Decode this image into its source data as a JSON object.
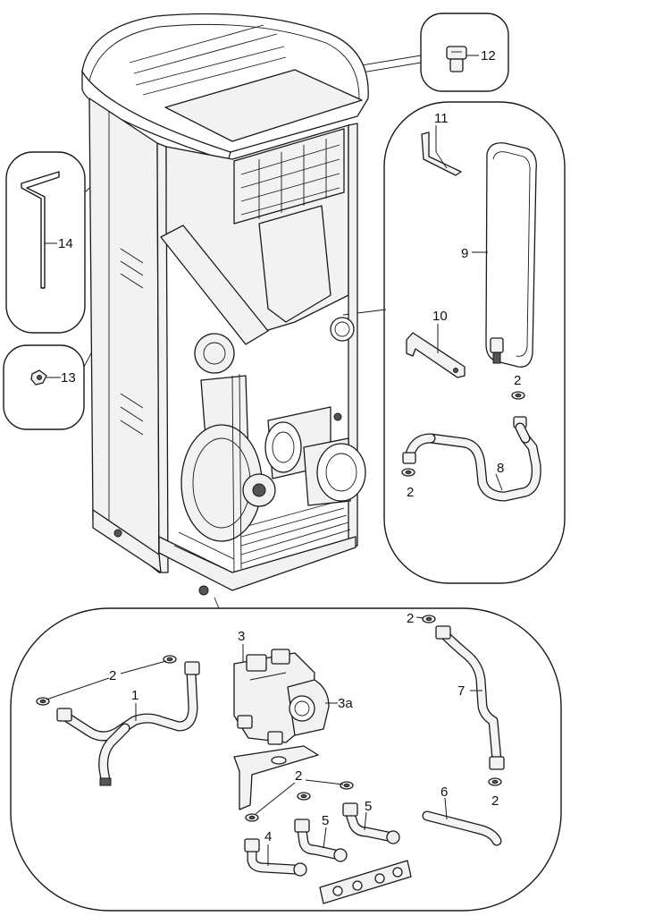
{
  "diagram": {
    "callouts": {
      "c1": "1",
      "c2a": "2",
      "c2b": "2",
      "c2c": "2",
      "c2d": "2",
      "c2e": "2",
      "c2f": "2",
      "c3": "3",
      "c3a": "3a",
      "c4": "4",
      "c5a": "5",
      "c5b": "5",
      "c6": "6",
      "c7": "7",
      "c8": "8",
      "c9": "9",
      "c10": "10",
      "c11": "11",
      "c12": "12",
      "c13": "13",
      "c14": "14"
    }
  }
}
